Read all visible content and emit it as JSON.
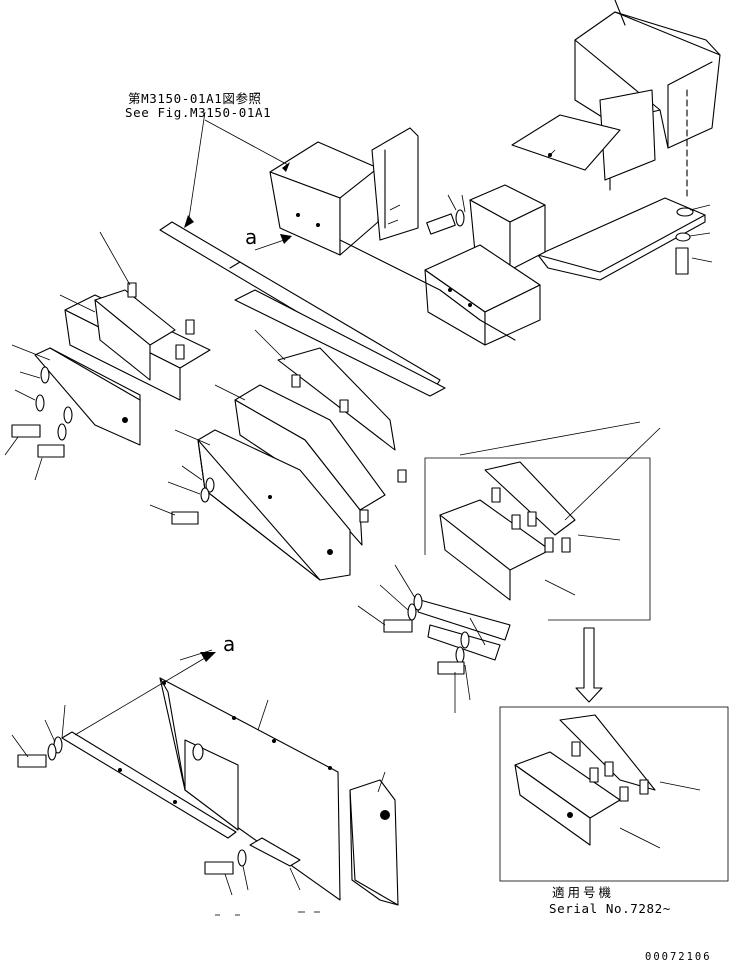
{
  "reference": {
    "japanese": "第M3150-01A1図参照",
    "english": "See Fig.M3150-01A1"
  },
  "view_markers": {
    "top": "a",
    "middle": "a"
  },
  "serial": {
    "japanese": "適用号機",
    "english": "Serial No.7282~"
  },
  "drawing_number": "00072106"
}
